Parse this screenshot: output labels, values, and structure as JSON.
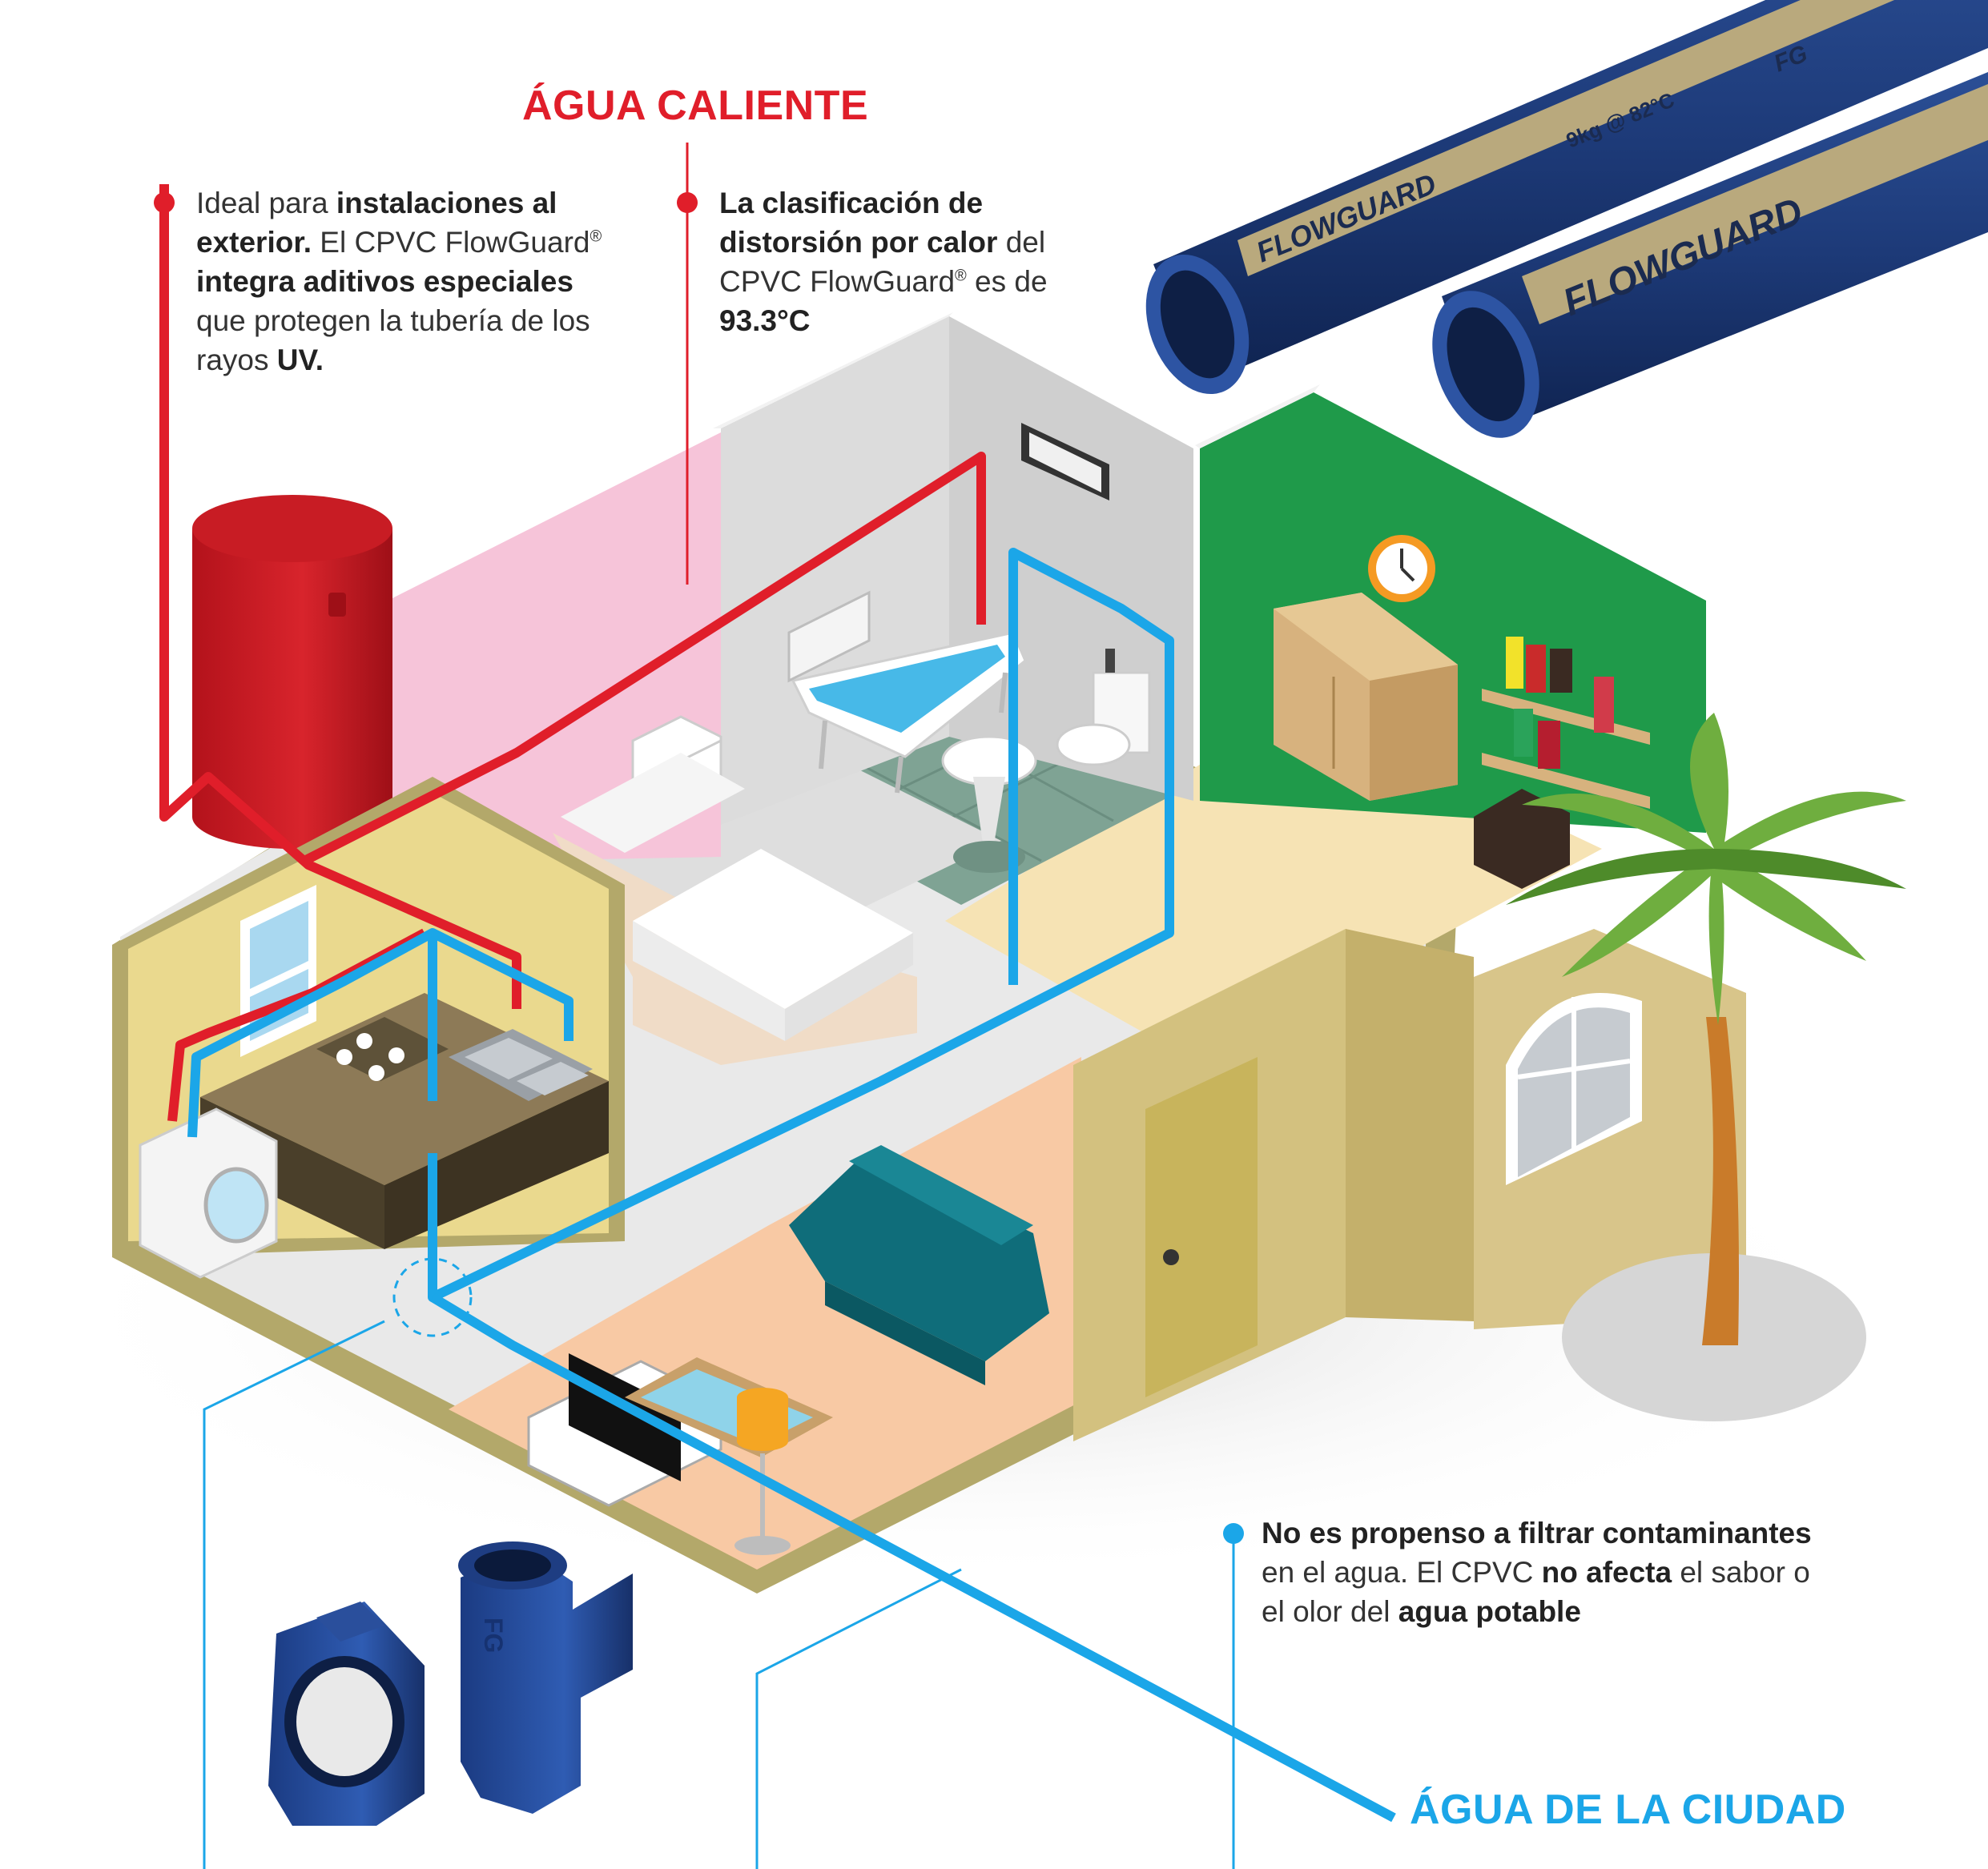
{
  "colors": {
    "hot": "#e01e2a",
    "cold": "#1ba6e8",
    "pipe_blue": "#1d3a78",
    "band_tan": "#b9a97d",
    "wall_yellow": "#ead98e",
    "wall_green": "#1f9a4a",
    "wall_pink": "#f6c4d9",
    "floor_cream": "#f6e3b4",
    "floor_peach": "#f8c9a4",
    "sofa": "#0f6d7a"
  },
  "headings": {
    "hot_water": "ÁGUA CALIENTE",
    "city_water": "ÁGUA DE LA CIUDAD"
  },
  "callout_uv": {
    "l1a": "Ideal para ",
    "l1b": "instalaciones al",
    "l2a": "exterior.",
    "l2b": " El CPVC FlowGuard",
    "reg": "®",
    "l3": "integra aditivos especiales",
    "l4": "que protegen la tubería de los",
    "l5a": "rayos ",
    "l5b": "UV."
  },
  "callout_heat": {
    "l1": "La clasificación de",
    "l2a": "distorsión por calor",
    "l2b": " del",
    "l3a": "CPVC FlowGuard",
    "reg": "®",
    "l3b": " es de",
    "l4": "93.3°C"
  },
  "callout_contaminants": {
    "l1": "No es propenso a filtrar contaminantes",
    "l2a": "en el agua. El CPVC ",
    "l2b": "no afecta",
    "l2c": " el sabor o",
    "l3a": "el olor del ",
    "l3b": "agua potable"
  },
  "pipe_prints": {
    "brand": "FLOWGUARD",
    "rating": "9kg @ 82°C",
    "code": "FG"
  },
  "icons": [
    "water-heater-icon",
    "bathtub-icon",
    "toilet-icon",
    "washbasin-icon",
    "bed-icon",
    "nightstand-icon",
    "wall-clock-icon",
    "cabinet-icon",
    "bookshelf-icon",
    "kitchen-sink-icon",
    "stove-icon",
    "washing-machine-icon",
    "window-icon",
    "sofa-icon",
    "tv-icon",
    "coffee-table-icon",
    "floor-lamp-icon",
    "door-icon",
    "arched-window-icon",
    "palm-tree-icon",
    "elbow-fitting-icon",
    "tee-fitting-icon"
  ]
}
